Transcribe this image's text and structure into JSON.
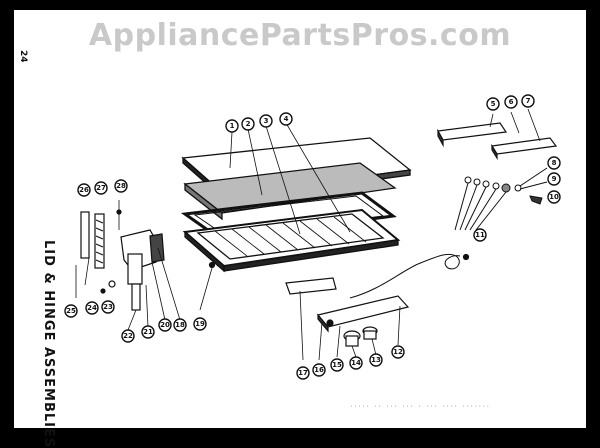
{
  "watermark": "AppliancePartsPros.com",
  "page_number": "24",
  "diagram_title": "LID & HINGE ASSEMBLIES",
  "callouts": [
    "1",
    "2",
    "3",
    "4",
    "5",
    "6",
    "7",
    "8",
    "9",
    "10",
    "11",
    "12",
    "13",
    "14",
    "15",
    "16",
    "17",
    "18",
    "19",
    "20",
    "21",
    "22",
    "23",
    "24",
    "25",
    "26",
    "27",
    "28"
  ],
  "footer_fine_print": "····· ·· ··· ··· · ··· ···· ·······"
}
